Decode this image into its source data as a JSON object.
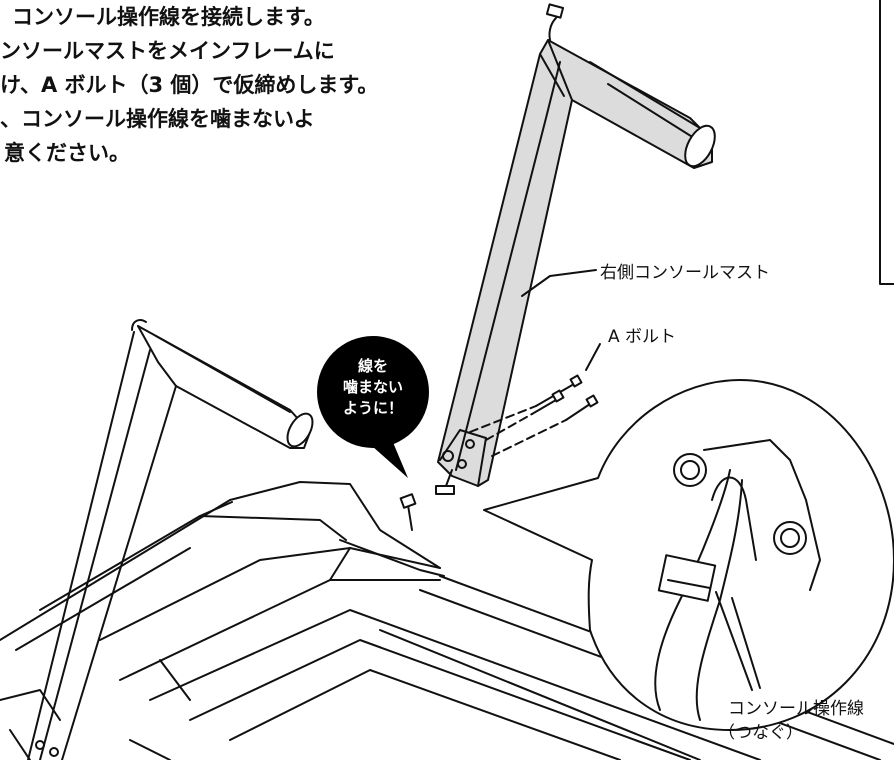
{
  "instructions": {
    "lines": [
      "コンソール操作線を接続します。",
      "ンソールマストをメインフレームに",
      "け、A ボルト（3 個）で仮締めします。",
      "、コンソール操作線を噛まないよ",
      "意ください。"
    ]
  },
  "labels": {
    "right_mast": "右側コンソールマスト",
    "a_bolt": "A ボルト",
    "console_wire": "コンソール操作線",
    "connect_note": "（つなぐ）"
  },
  "callout": {
    "lines": [
      "線を",
      "噛まない",
      "ように！"
    ]
  },
  "colors": {
    "line": "#111111",
    "mast_fill": "#d9d9d9",
    "bubble": "#000000",
    "bubble_text": "#ffffff"
  }
}
